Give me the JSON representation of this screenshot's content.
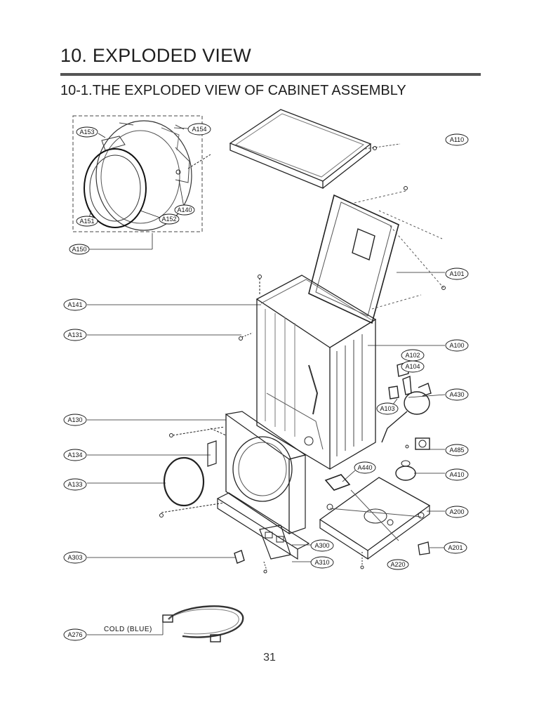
{
  "header": {
    "title": "10. EXPLODED VIEW",
    "subtitle": "10-1.THE EXPLODED VIEW OF CABINET ASSEMBLY"
  },
  "callouts": {
    "a153": "A153",
    "a154": "A154",
    "a140": "A140",
    "a151": "A151",
    "a152": "A152",
    "a150": "A150",
    "a110": "A110",
    "a101": "A101",
    "a141": "A141",
    "a131": "A131",
    "a100": "A100",
    "a102": "A102",
    "a104": "A104",
    "a430": "A430",
    "a103": "A103",
    "a130": "A130",
    "a485": "A485",
    "a134": "A134",
    "a440": "A440",
    "a410": "A410",
    "a133": "A133",
    "a200": "A200",
    "a300": "A300",
    "a201": "A201",
    "a303": "A303",
    "a310": "A310",
    "a220": "A220",
    "a276": "A276"
  },
  "hose_note": "COLD (BLUE)",
  "page_number": "31"
}
